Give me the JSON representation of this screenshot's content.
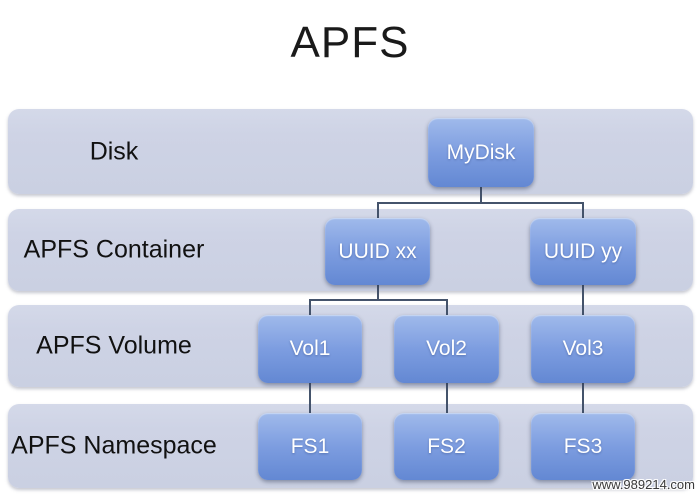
{
  "page": {
    "title": "APFS",
    "watermark": "www.989214.com"
  },
  "colors": {
    "band": "#ced3e5",
    "node_top": "#a0baeb",
    "node_bottom": "#6388d3",
    "connector": "#44536b",
    "label_text": "#111111",
    "node_text": "#ffffff"
  },
  "diagram": {
    "type": "tree-hierarchy",
    "rows": [
      {
        "label": "Disk",
        "nodes": [
          "MyDisk"
        ]
      },
      {
        "label": "APFS Container",
        "nodes": [
          "UUID xx",
          "UUID yy"
        ]
      },
      {
        "label": "APFS Volume",
        "nodes": [
          "Vol1",
          "Vol2",
          "Vol3"
        ]
      },
      {
        "label": "APFS Namespace",
        "nodes": [
          "FS1",
          "FS2",
          "FS3"
        ]
      }
    ],
    "edges": [
      [
        "MyDisk",
        "UUID xx"
      ],
      [
        "MyDisk",
        "UUID yy"
      ],
      [
        "UUID xx",
        "Vol1"
      ],
      [
        "UUID xx",
        "Vol2"
      ],
      [
        "UUID yy",
        "Vol3"
      ],
      [
        "Vol1",
        "FS1"
      ],
      [
        "Vol2",
        "FS2"
      ],
      [
        "Vol3",
        "FS3"
      ]
    ]
  }
}
